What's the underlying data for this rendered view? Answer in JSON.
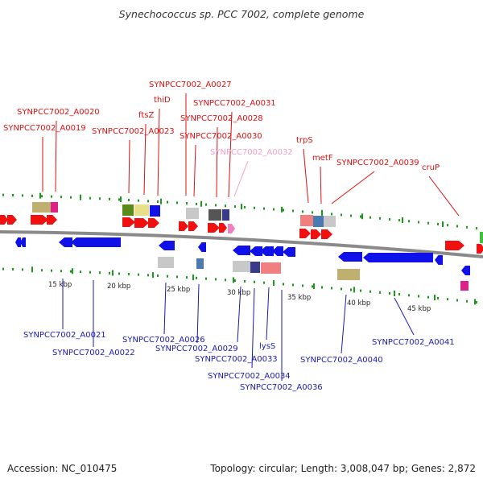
{
  "title": "Synechococcus sp. PCC 7002, complete genome",
  "footer": {
    "accession": "Accession: NC_010475",
    "summary": "Topology: circular; Length: 3,008,047 bp; Genes: 2,872"
  },
  "colors": {
    "forward_label": "#e01010",
    "forward_highlight": "#f0a0c8",
    "reverse_label": "#1a1ab0",
    "forward_gene": "#f01010",
    "reverse_gene": "#1010e8",
    "backbone": "#8a8a8a",
    "tick": "#1a9a1a"
  },
  "forward_labels": [
    "SYNPCC7002_A0020",
    "SYNPCC7002_A0019",
    "SYNPCC7002_A0027",
    "thiD",
    "ftsZ",
    "SYNPCC7002_A0023",
    "SYNPCC7002_A0031",
    "SYNPCC7002_A0028",
    "SYNPCC7002_A0030",
    "SYNPCC7002_A0032",
    "trpS",
    "metF",
    "SYNPCC7002_A0039",
    "cruP"
  ],
  "reverse_labels": [
    "SYNPCC7002_A0021",
    "SYNPCC7002_A0022",
    "SYNPCC7002_A0026",
    "SYNPCC7002_A0029",
    "SYNPCC7002_A0033",
    "lysS",
    "SYNPCC7002_A0034",
    "SYNPCC7002_A0036",
    "SYNPCC7002_A0040",
    "SYNPCC7002_A0041"
  ],
  "scale_labels": [
    "15 kbp",
    "20 kbp",
    "25 kbp",
    "30 kbp",
    "35 kbp",
    "40 kbp",
    "45 kbp"
  ]
}
